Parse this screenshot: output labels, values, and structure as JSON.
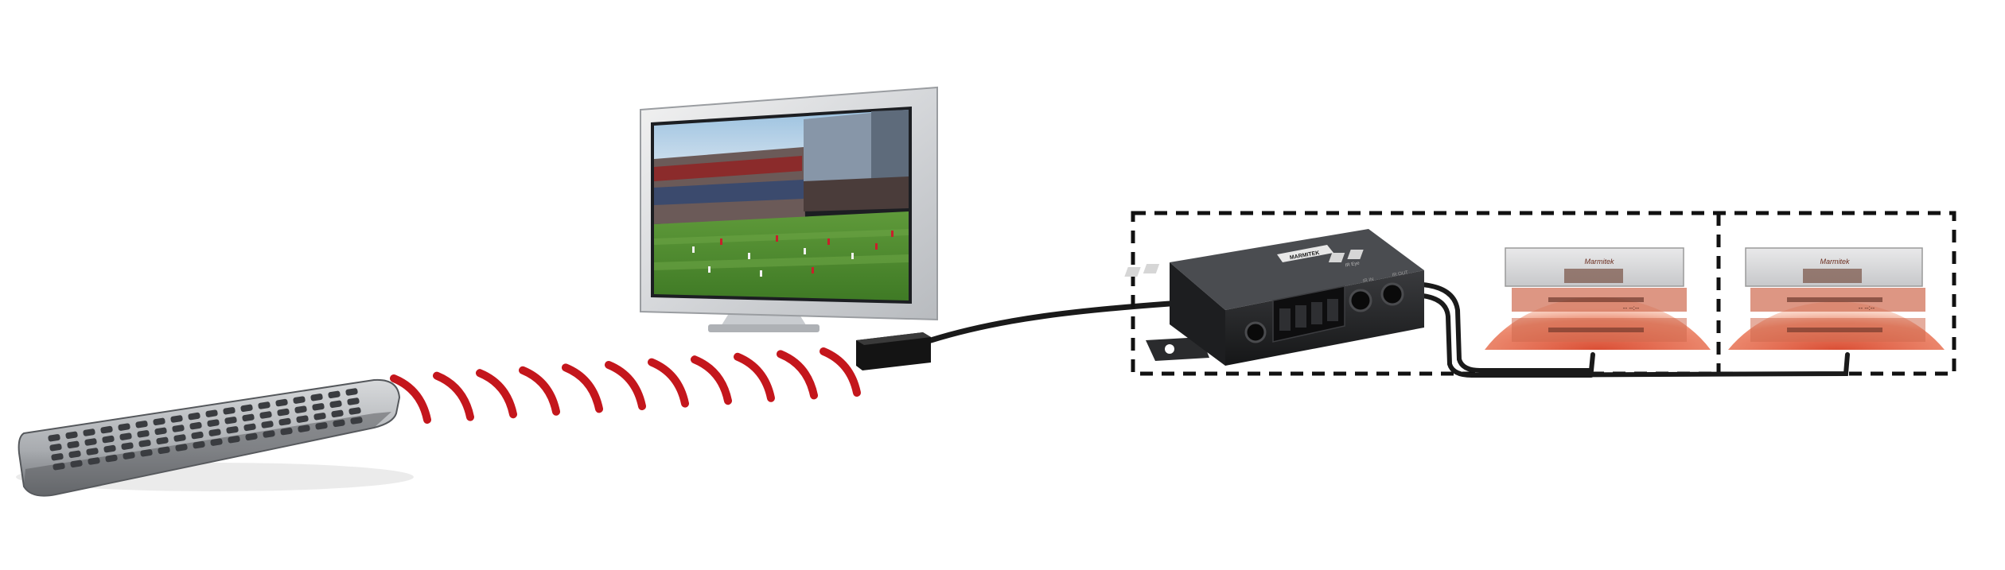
{
  "receiver": {
    "brand_label": "MARMITEK",
    "model_label": "IR Eye",
    "port_labels": [
      "IR IN",
      "IR OUT"
    ]
  },
  "devices": [
    {
      "brand_label": "Marmitek",
      "display_text": "-- --:--"
    },
    {
      "brand_label": "Marmitek",
      "display_text": "-- --:--"
    }
  ],
  "signal": {
    "color": "#c4161c",
    "wave_count": 11
  },
  "colors": {
    "dashed_border": "#111111",
    "cable": "#1a1a1a",
    "highlight": "#e45a3a"
  },
  "icons": {
    "remote": "remote-control-icon",
    "tv": "flat-screen-tv-icon",
    "ir_sensor": "ir-sensor-icon",
    "receiver": "ir-repeater-box-icon",
    "device": "av-device-icon"
  }
}
